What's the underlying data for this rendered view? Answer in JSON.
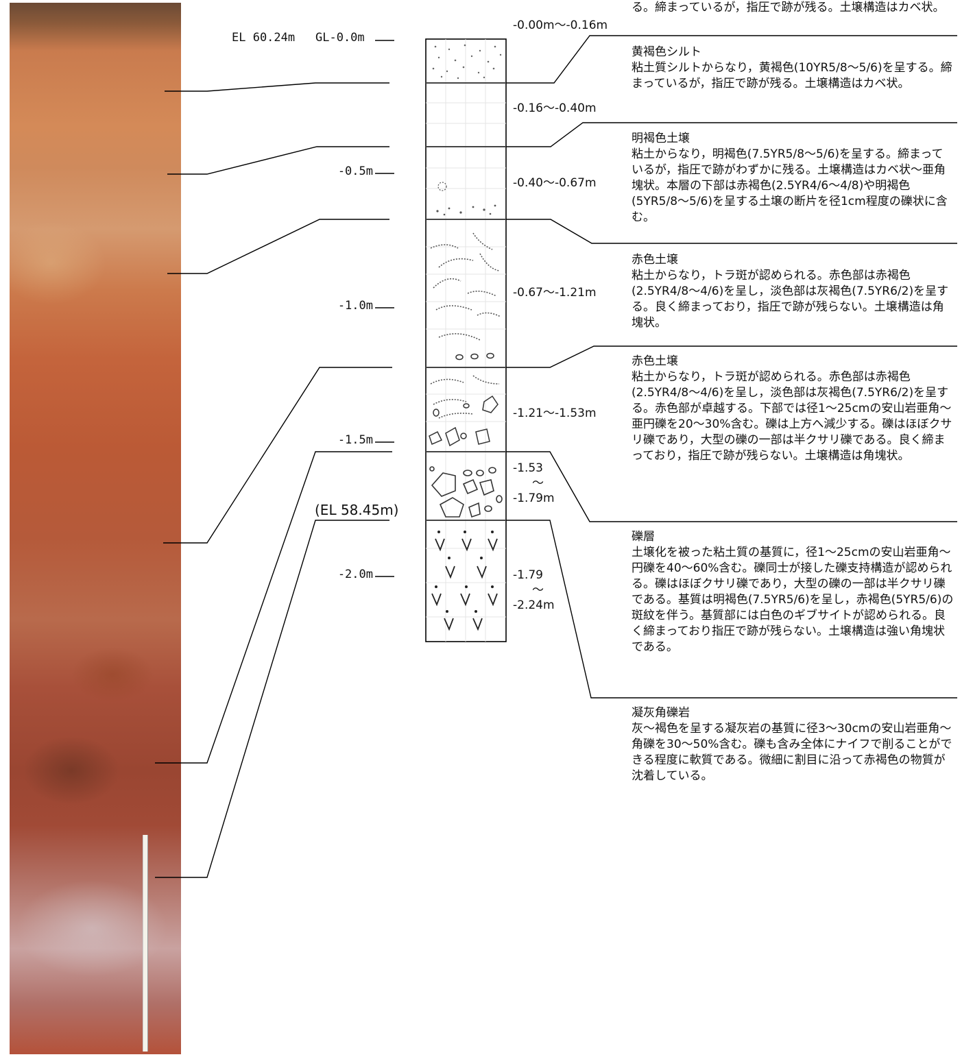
{
  "elevation_top": "EL 60.24m",
  "ground_level": "GL-0.0m",
  "depth_ticks": [
    "-0.5m",
    "-1.0m",
    "-1.5m",
    "-2.0m"
  ],
  "elevation_bottom": "(EL 58.45m)",
  "ranges": [
    "-0.00m～-0.16m",
    "-0.16～-0.40m",
    "-0.40～-0.67m",
    "-0.67～-1.21m",
    "-1.21～-1.53m"
  ],
  "stacked_ranges": [
    {
      "from": "-1.53",
      "sep": "～",
      "to": "-1.79m"
    },
    {
      "from": "-1.79",
      "sep": "～",
      "to": "-2.24m"
    }
  ],
  "layers": [
    {
      "title": "",
      "text": "る。締まっているが，指圧で跡が残る。土壌構造はカベ状。"
    },
    {
      "title": "黄褐色シルト",
      "text": "粘土質シルトからなり，黄褐色(10YR5/8～5/6)を呈する。締まっているが，指圧で跡が残る。土壌構造はカベ状。"
    },
    {
      "title": "明褐色土壌",
      "text": "粘土からなり，明褐色(7.5YR5/8～5/6)を呈する。締まっているが，指圧で跡がわずかに残る。土壌構造はカベ状～亜角塊状。本層の下部は赤褐色(2.5YR4/6～4/8)や明褐色(5YR5/8～5/6)を呈する土壌の断片を径1cm程度の礫状に含む。"
    },
    {
      "title": "赤色土壌",
      "text": "粘土からなり，トラ斑が認められる。赤色部は赤褐色(2.5YR4/8～4/6)を呈し，淡色部は灰褐色(7.5YR6/2)を呈する。良く締まっており，指圧で跡が残らない。土壌構造は角塊状。"
    },
    {
      "title": "赤色土壌",
      "text": "粘土からなり，トラ斑が認められる。赤色部は赤褐色(2.5YR4/8～4/6)を呈し，淡色部は灰褐色(7.5YR6/2)を呈する。赤色部が卓越する。下部では径1～25cmの安山岩亜角～亜円礫を20～30%含む。礫は上方へ減少する。礫はほぼクサリ礫であり，大型の礫の一部は半クサリ礫である。良く締まっており，指圧で跡が残らない。土壌構造は角塊状。"
    },
    {
      "title": "礫層",
      "text": "土壌化を被った粘土質の基質に，径1～25cmの安山岩亜角～円礫を40～60%含む。礫同士が接した礫支持構造が認められる。礫はほぼクサリ礫であり，大型の礫の一部は半クサリ礫である。基質は明褐色(7.5YR5/6)を呈し，赤褐色(5YR5/6)の斑紋を伴う。基質部には白色のギブサイトが認められる。良く締まっており指圧で跡が残らない。土壌構造は強い角塊状である。"
    },
    {
      "title": "凝灰角礫岩",
      "text": "灰～褐色を呈する凝灰岩の基質に径3～30cmの安山岩亜角～角礫を30～50%含む。礫も含み全体にナイフで削ることができる程度に軟質である。微細に割目に沿って赤褐色の物質が沈着している。"
    }
  ]
}
